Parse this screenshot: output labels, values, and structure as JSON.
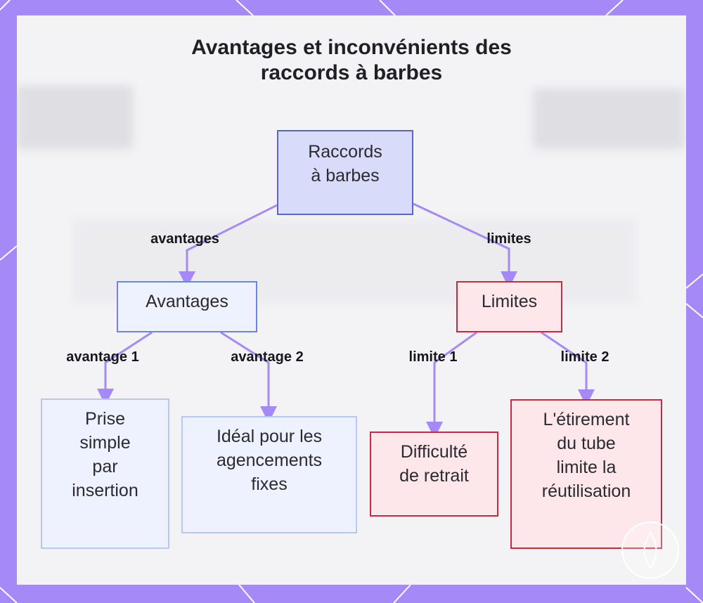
{
  "title": {
    "line1": "Avantages et inconvénients des",
    "line2": "raccords à barbes"
  },
  "nodes": {
    "root": {
      "line1": "Raccords",
      "line2": "à barbes"
    },
    "advantages": {
      "line1": "Avantages"
    },
    "limits": {
      "line1": "Limites"
    },
    "adv1": {
      "line1": "Prise",
      "line2": "simple",
      "line3": "par",
      "line4": "insertion"
    },
    "adv2": {
      "line1": "Idéal pour les",
      "line2": "agencements",
      "line3": "fixes"
    },
    "lim1": {
      "line1": "Difficulté",
      "line2": "de retrait"
    },
    "lim2": {
      "line1": "L'étirement",
      "line2": "du tube",
      "line3": "limite la",
      "line4": "réutilisation"
    }
  },
  "edges": {
    "to_advantages": "avantages",
    "to_limits": "limites",
    "to_adv1": "avantage 1",
    "to_adv2": "avantage 2",
    "to_lim1": "limite 1",
    "to_lim2": "limite 2"
  },
  "colors": {
    "frame": "#a58af7",
    "connector": "#a58af7",
    "root_fill": "#d9dbfb",
    "root_border": "#5b63d3",
    "advantage_fill": "#eef2ff",
    "advantage_border": "#6f84db",
    "limit_fill": "#fde7ea",
    "limit_border": "#c9293e"
  },
  "icons": [
    "flame-logo-icon"
  ]
}
